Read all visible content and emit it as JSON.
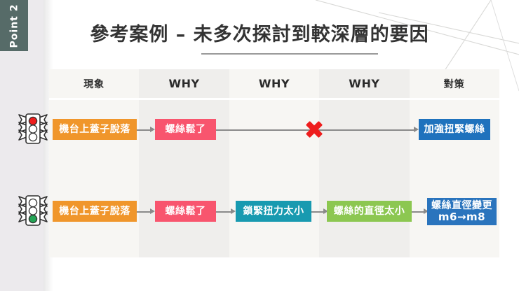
{
  "slide": {
    "point_tab_label": "Point 2",
    "title": "參考案例 – 未多次探討到較深層的要因",
    "background_color": "#ffffff",
    "tab_color": "#566b68",
    "left_strip_color": "#eceaed",
    "title_color": "#333333",
    "underline_color": "#9a9a9a"
  },
  "table": {
    "headers": [
      {
        "label": "現象",
        "script": "cjk"
      },
      {
        "label": "WHY",
        "script": "latin"
      },
      {
        "label": "WHY",
        "script": "latin"
      },
      {
        "label": "WHY",
        "script": "latin"
      },
      {
        "label": "對策",
        "script": "cjk"
      }
    ],
    "column_shades": [
      "#f7f6f3",
      "#efeeec",
      "#f7f6f3",
      "#efeeec",
      "#f7f6f3"
    ]
  },
  "rows": [
    {
      "status_icon": "traffic-light-red-icon",
      "status": "red",
      "nodes": [
        {
          "label": "機台上蓋子脫落",
          "color": "#f0962b",
          "col": 0
        },
        {
          "label": "螺絲鬆了",
          "color": "#f8556e",
          "col": 1
        },
        {
          "label": "加強扭緊螺絲",
          "color": "#1f72bd",
          "col": 4
        }
      ],
      "blocked_marker": {
        "icon": "red-cross-icon",
        "color": "#ee1d1d"
      }
    },
    {
      "status_icon": "traffic-light-green-icon",
      "status": "green",
      "nodes": [
        {
          "label": "機台上蓋子脫落",
          "color": "#f0962b",
          "col": 0
        },
        {
          "label": "螺絲鬆了",
          "color": "#f8556e",
          "col": 1
        },
        {
          "label": "鎖緊扭力太小",
          "color": "#189ab0",
          "col": 2
        },
        {
          "label": "螺絲的直徑太小",
          "color": "#8cc751",
          "col": 3
        },
        {
          "label_line1": "螺絲直徑變更",
          "label_line2": "m6→m8",
          "color": "#2a74bd",
          "col": 4
        }
      ]
    }
  ],
  "icons": {
    "traffic_light_red": "traffic-light-red-icon",
    "traffic_light_green": "traffic-light-green-icon",
    "red_cross": "red-cross-icon"
  },
  "colors": {
    "orange": "#f0962b",
    "pink": "#f8556e",
    "teal": "#189ab0",
    "green": "#8cc751",
    "blue": "#1f72bd",
    "blue_dark": "#2a74bd",
    "red": "#ee1d1d",
    "arrow": "#8a8a8a"
  }
}
